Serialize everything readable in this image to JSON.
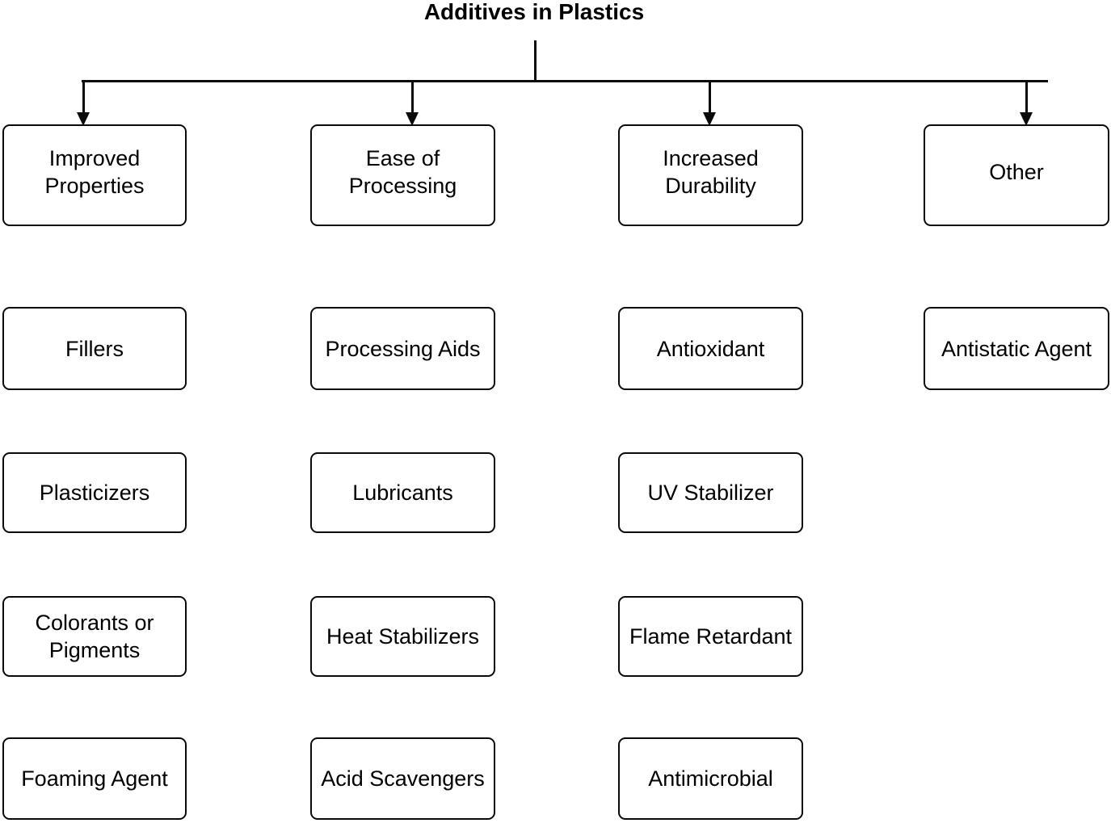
{
  "title": "Additives in Plastics",
  "colors": {
    "background": "#ffffff",
    "line": "#0a0a0a",
    "box_border": "#0a0a0a",
    "box_fill": "#ffffff",
    "text": "#000000"
  },
  "columns": [
    {
      "category": "Improved Properties",
      "items": [
        "Fillers",
        "Plasticizers",
        "Colorants or Pigments",
        "Foaming Agent"
      ]
    },
    {
      "category": "Ease of Processing",
      "items": [
        "Processing Aids",
        "Lubricants",
        "Heat Stabilizers",
        "Acid Scavengers"
      ]
    },
    {
      "category": "Increased Durability",
      "items": [
        "Antioxidant",
        "UV Stabilizer",
        "Flame Retardant",
        "Antimicrobial"
      ]
    },
    {
      "category": "Other",
      "items": [
        "Antistatic Agent"
      ]
    }
  ]
}
